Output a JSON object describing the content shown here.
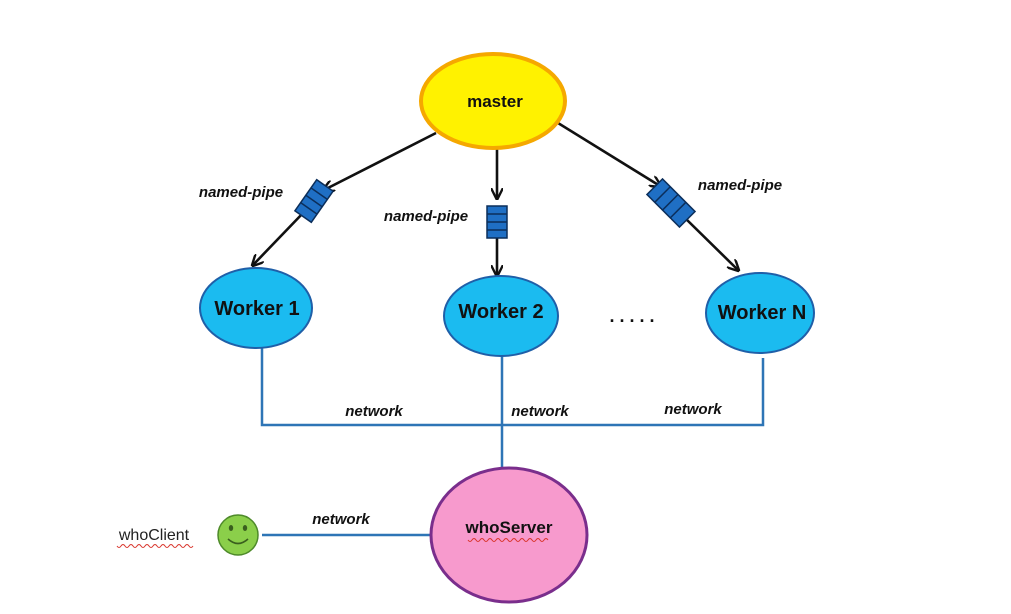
{
  "nodes": {
    "master": {
      "label": "master",
      "fill": "#FFF200",
      "stroke": "#F5A800"
    },
    "worker1": {
      "label": "Worker 1",
      "fill": "#1BBBF0",
      "stroke": "#1F5FA8"
    },
    "worker2": {
      "label": "Worker 2",
      "fill": "#1BBBF0",
      "stroke": "#1F5FA8"
    },
    "workerN": {
      "label": "Worker N",
      "fill": "#1BBBF0",
      "stroke": "#1F5FA8"
    },
    "whoServer": {
      "label": "whoServer",
      "fill": "#F79ACD",
      "stroke": "#7A2E8C"
    },
    "whoClient": {
      "label": "whoClient",
      "face_fill": "#8BCF4A",
      "face_stroke": "#4E8A2A"
    }
  },
  "ellipsis": ". . . . .",
  "pipes": {
    "left": {
      "label": "named-pipe"
    },
    "middle": {
      "label": "named-pipe"
    },
    "right": {
      "label": "named-pipe"
    },
    "fill": "#1F6FC4",
    "stroke": "#0B2E5A"
  },
  "network": {
    "label_left": "network",
    "label_middle": "network",
    "label_right": "network",
    "label_client": "network",
    "line_color": "#2E75B6"
  },
  "arrow_color": "#111111"
}
